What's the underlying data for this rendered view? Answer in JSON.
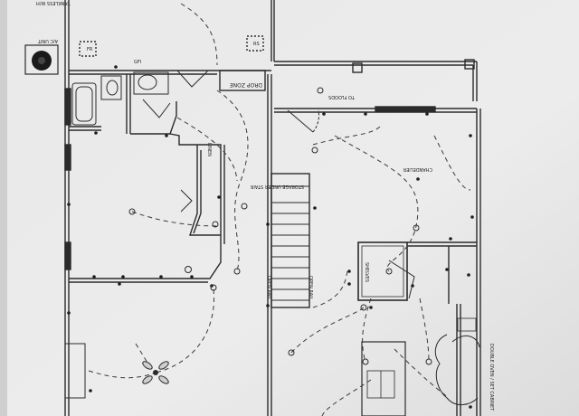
{
  "labels": {
    "tankless": "TANKLESS W/H",
    "ac_unit": "A/C UNIT",
    "drop_zone": "DROP ZONE",
    "to_floods": "TO FLOODS",
    "linen": "LINEN",
    "chandelier": "CHANDELIER",
    "under_stairs": "STORAGE UNDER STAIR",
    "open_rail": "OPEN RAIL",
    "open_rail_2": "OPEN RAIL",
    "shelves": "SHELVES",
    "double_ovens": "DOUBLE OVEN / SET CABINET",
    "fr": "FR",
    "rs": "RS",
    "gfi": "GFI"
  },
  "colors": {
    "paper": "#ececec",
    "outer": "#cfcfcf",
    "line": "#2b2b2b",
    "dash": "#3a3a3a"
  }
}
